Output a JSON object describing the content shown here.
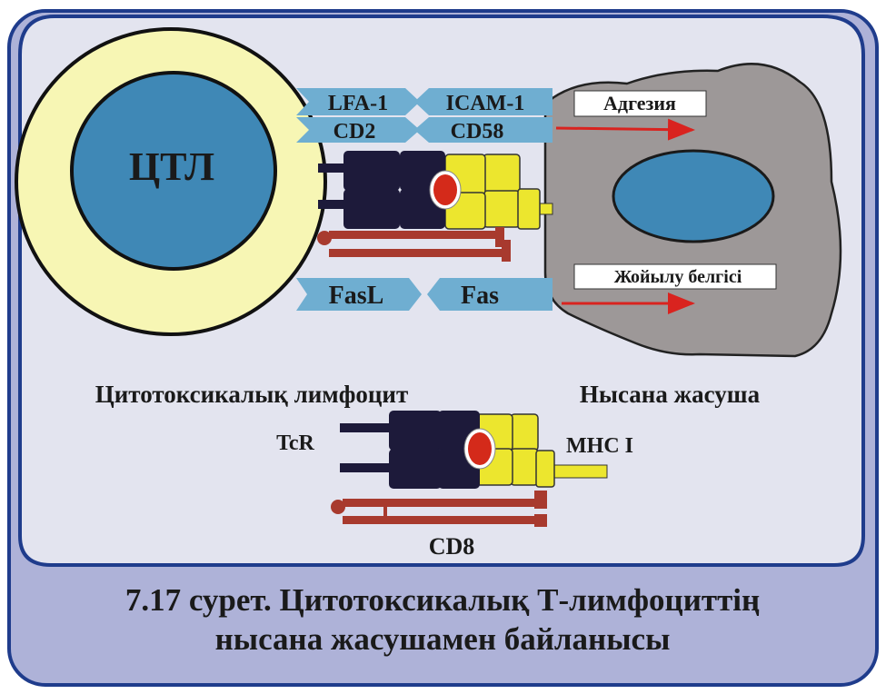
{
  "colors": {
    "frame_border": "#1f3c8c",
    "panel_bg": "#e3e4ef",
    "caption_bg": "#aeb2d8",
    "ctl_outer": "#f7f6b4",
    "ctl_nucleus": "#3f88b6",
    "target_cell": "#9d9898",
    "target_nucleus": "#3f88b6",
    "receptor_blue": "#6faed1",
    "dark_domain": "#1d1a3a",
    "mhc_yellow": "#ece62e",
    "peptide_red": "#d42a1a",
    "cd8_red": "#a83a2e",
    "arrow_red": "#d9231f"
  },
  "labels": {
    "ctl": "ЦТЛ",
    "lfa1": "LFA-1",
    "cd2": "CD2",
    "icam1": "ICAM-1",
    "cd58": "CD58",
    "fasl": "FasL",
    "fas": "Fas",
    "adhesion": "Адгезия",
    "death_signal": "Жойылу белгісі",
    "ctl_caption": "Цитотоксикалық лимфоцит",
    "target_caption": "Нысана жасуша",
    "tcr": "TcR",
    "mhc": "MHC I",
    "cd8": "CD8"
  },
  "caption": {
    "line1": "7.17 сурет. Цитотоксикалық Т-лимфоциттің",
    "line2": "нысана жасушамен байланысы"
  }
}
